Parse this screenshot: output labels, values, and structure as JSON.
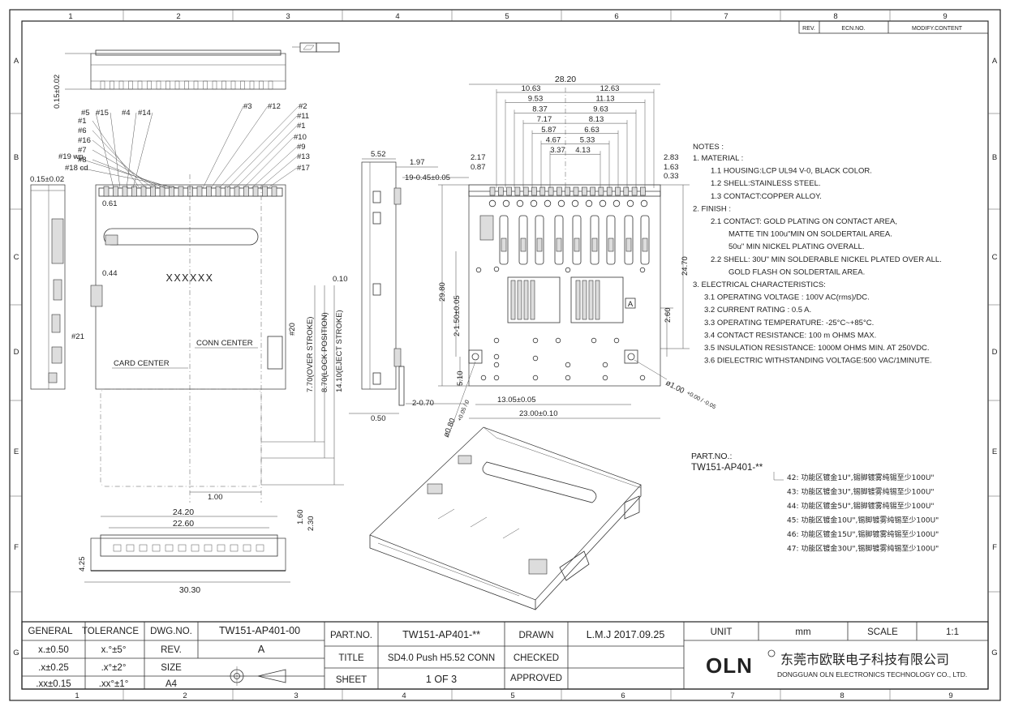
{
  "border": {
    "col_labels": [
      "1",
      "2",
      "3",
      "4",
      "5",
      "6",
      "7",
      "8",
      "9"
    ],
    "row_labels": [
      "A",
      "B",
      "C",
      "D",
      "E",
      "F",
      "G"
    ]
  },
  "revision_table": {
    "rev": "REV.",
    "ecn": "ECN.NO.",
    "modify": "MODIFY.CONTENT"
  },
  "flatness": "0.10",
  "notes": {
    "heading": "NOTES :",
    "lines": [
      "1. MATERIAL :",
      "1.1 HOUSING:LCP UL94 V-0, BLACK COLOR.",
      "1.2 SHELL:STAINLESS STEEL.",
      "1.3 CONTACT:COPPER ALLOY.",
      "2. FINISH :",
      "2.1 CONTACT: GOLD PLATING ON CONTACT AREA,",
      "MATTE TIN 100u\"MIN ON SOLDERTAIL AREA.",
      "50u\" MIN NICKEL PLATING OVERALL.",
      "2.2 SHELL: 30U\" MIN SOLDERABLE NICKEL PLATED OVER ALL.",
      "GOLD FLASH ON SOLDERTAIL AREA.",
      "3. ELECTRICAL CHARACTERISTICS:",
      "3.1 OPERATING VOLTAGE : 100V AC(rms)/DC.",
      "3.2 CURRENT RATING : 0.5 A.",
      "3.3 OPERATING TEMPERATURE: -25°C~+85°C.",
      "3.4 CONTACT RESISTANCE: 100 m OHMS MAX.",
      "3.5 INSULATION RESISTANCE: 1000M OHMS MIN. AT 250VDC.",
      "3.6 DIELECTRIC WITHSTANDING VOLTAGE:500 VAC/1MINUTE."
    ]
  },
  "part_no": {
    "label": "PART.NO.:",
    "base": "TW151-AP401-**",
    "variants": [
      "42: 功能区镀金1U\",锡脚镀雾纯锡至少100U\"",
      "43: 功能区镀金3U\",锡脚镀雾纯锡至少100U\"",
      "44: 功能区镀金5U\",锡脚镀雾纯锡至少100U\"",
      "45: 功能区镀金10U\",锡脚镀雾纯锡至少100U\"",
      "46: 功能区镀金15U\",锡脚镀雾纯锡至少100U\"",
      "47: 功能区镀金30U\",锡脚镀雾纯锡至少100U\""
    ]
  },
  "drawing": {
    "marking": "XXXXXX",
    "conn_center": "CONN CENTER",
    "card_center": "CARD CENTER",
    "strokes": [
      "7.70(OVER STROKE)",
      "8.70(LOCK POSITION)",
      "14.10(EJECT STROKE)"
    ],
    "datum_a": "A",
    "pin_labels_left": [
      "#5",
      "#15",
      "#4",
      "#14",
      "#1",
      "#6",
      "#16",
      "#7",
      "#8",
      "#19 wp",
      "#18 cd"
    ],
    "pin_labels_right": [
      "#3",
      "#12",
      "#2",
      "#11",
      "#1",
      "#10",
      "#9",
      "#13",
      "#17"
    ],
    "side_pins": [
      "#21",
      "#20"
    ],
    "top_dims_left": [
      "10.63",
      "9.53",
      "8.37",
      "7.17",
      "5.87",
      "4.67",
      "3.37"
    ],
    "top_dims_right": [
      "12.63",
      "11.13",
      "9.63",
      "8.13",
      "6.63",
      "5.33",
      "4.13"
    ],
    "dims": {
      "width_total": "28.20",
      "w_2_17": "2.17",
      "w_0_87": "0.87",
      "w_2_83": "2.83",
      "w_1_63": "1.63",
      "w_0_33": "0.33",
      "pitch": "19-0.45±0.05",
      "h_5_52": "5.52",
      "h_1_97": "1.97",
      "h_0_15a": "0.15±0.02",
      "h_0_15b": "0.15±0.02",
      "d_0_61": "0.61",
      "d_0_44": "0.44",
      "d_0_10": "0.10",
      "d_0_50": "0.50",
      "d_29_80": "29.80",
      "d_1_50": "2-1.50±0.05",
      "d_24_70": "24.70",
      "d_2_60": "2.60",
      "d_5_10": "5.10",
      "d_13_05": "13.05±0.05",
      "d_23_00": "23.00±0.10",
      "d_2_070": "2-0.70",
      "d_hole_08": "ø0.80",
      "d_hole_08_tol": "+0.05 / 0",
      "d_hole_1": "ø1.00",
      "d_hole_1_tol": "+0.00 / -0.05",
      "d_1_00": "1.00",
      "d_24_20": "24.20",
      "d_22_60": "22.60",
      "d_30_30": "30.30",
      "d_1_60": "1.60",
      "d_2_30": "2.30",
      "d_4_25": "4.25"
    }
  },
  "title_block": {
    "general": "GENERAL",
    "tolerance": "TOLERANCE",
    "dwg_no_label": "DWG.NO.",
    "dwg_no": "TW151-AP401-00",
    "tol_rows": [
      [
        "x.±0.50",
        "x.°±5°"
      ],
      [
        ".x±0.25",
        ".x°±2°"
      ],
      [
        ".xx±0.15",
        ".xx°±1°"
      ]
    ],
    "rev_label": "REV.",
    "rev": "A",
    "size_label": "SIZE",
    "size": "A4",
    "part_no_label": "PART.NO.",
    "part_no": "TW151-AP401-**",
    "title_label": "TITLE",
    "title": "SD4.0 Push H5.52 CONN",
    "sheet_label": "SHEET",
    "sheet": "1 OF 3",
    "drawn_label": "DRAWN",
    "drawn": "L.M.J 2017.09.25",
    "checked_label": "CHECKED",
    "approved_label": "APPROVED",
    "unit_label": "UNIT",
    "unit": "mm",
    "scale_label": "SCALE",
    "scale": "1:1",
    "logo": "OLN",
    "company_cn": "东莞市欧联电子科技有限公司",
    "company_en": "DONGGUAN OLN ELECTRONICS TECHNOLOGY CO., LTD."
  }
}
